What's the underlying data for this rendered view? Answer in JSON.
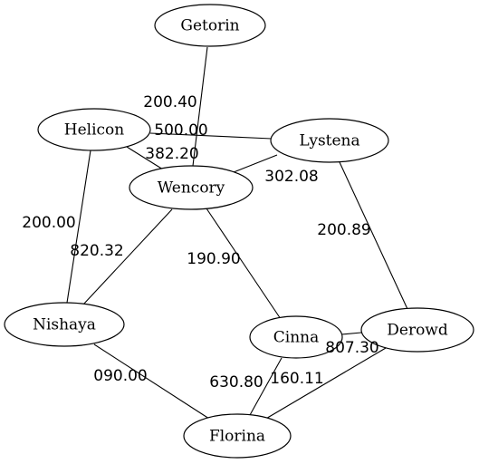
{
  "graph": {
    "nodes": [
      {
        "id": "getorin",
        "label": "Getorin"
      },
      {
        "id": "helicon",
        "label": "Helicon"
      },
      {
        "id": "lystena",
        "label": "Lystena"
      },
      {
        "id": "wencory",
        "label": "Wencory"
      },
      {
        "id": "nishaya",
        "label": "Nishaya"
      },
      {
        "id": "cinna",
        "label": "Cinna"
      },
      {
        "id": "derowd",
        "label": "Derowd"
      },
      {
        "id": "florina",
        "label": "Florina"
      }
    ],
    "edges": [
      {
        "from": "getorin",
        "to": "wencory",
        "label": "200.40"
      },
      {
        "from": "helicon",
        "to": "lystena",
        "label": "500.00"
      },
      {
        "from": "helicon",
        "to": "wencory",
        "label": "382.20"
      },
      {
        "from": "lystena",
        "to": "wencory",
        "label": "302.08"
      },
      {
        "from": "helicon",
        "to": "nishaya",
        "label": "200.00"
      },
      {
        "from": "wencory",
        "to": "nishaya",
        "label": "820.32"
      },
      {
        "from": "wencory",
        "to": "cinna",
        "label": "190.90"
      },
      {
        "from": "lystena",
        "to": "derowd",
        "label": "200.89"
      },
      {
        "from": "cinna",
        "to": "derowd",
        "label": "807.30"
      },
      {
        "from": "nishaya",
        "to": "florina",
        "label": "090.00"
      },
      {
        "from": "cinna",
        "to": "florina",
        "label": "630.80"
      },
      {
        "from": "derowd",
        "to": "florina",
        "label": "160.11"
      }
    ]
  }
}
